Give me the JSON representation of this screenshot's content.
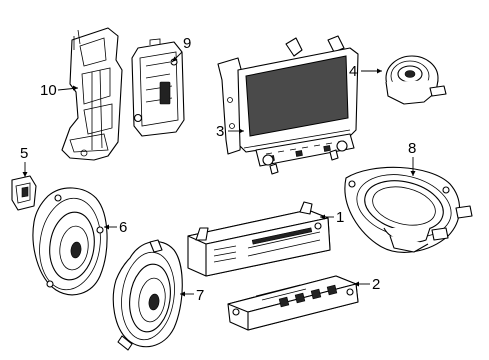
{
  "diagram": {
    "parts": [
      {
        "number": "1",
        "name": "radio-receiver"
      },
      {
        "number": "2",
        "name": "control-module"
      },
      {
        "number": "3",
        "name": "display-control-panel"
      },
      {
        "number": "4",
        "name": "tweeter-speaker"
      },
      {
        "number": "5",
        "name": "small-bracket"
      },
      {
        "number": "6",
        "name": "front-door-speaker"
      },
      {
        "number": "7",
        "name": "rear-door-speaker"
      },
      {
        "number": "8",
        "name": "oval-speaker"
      },
      {
        "number": "9",
        "name": "amplifier-module"
      },
      {
        "number": "10",
        "name": "mounting-bracket"
      }
    ]
  }
}
